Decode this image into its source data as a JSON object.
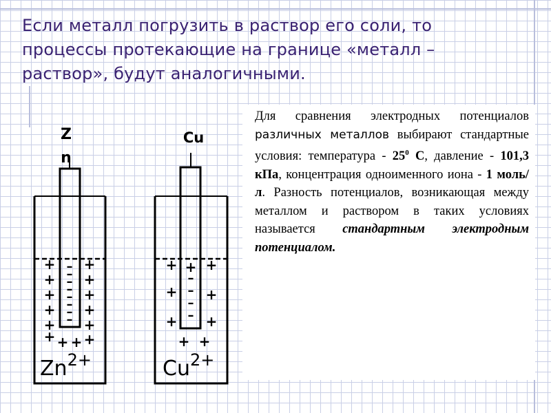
{
  "title": "Если металл погрузить в раствор его соли, то процессы протекающие на границе «металл – раствор», будут аналогичными.",
  "paragraph": {
    "p1": "Для сравнения электродных потенциалов ",
    "p2": "различных металлов",
    "p3": " выбирают стандартные условия: температура - ",
    "temp_num": "25",
    "temp_deg": "0",
    "temp_unit": " С",
    "p4": ", давление - ",
    "pressure": "101,3 кПа",
    "p5": ", концентрация одноименного иона - ",
    "conc": "1 моль/л",
    "p6": ". Разность потенциалов, возникающая между металлом и раствором в таких условиях называется ",
    "term": "стандартным электродным потенциалом."
  },
  "diagram": {
    "zn_label_1": "Z",
    "zn_label_2": "n",
    "cu_label": "Cu",
    "zn_ion_base": "Zn",
    "zn_ion_charge": "2+",
    "cu_ion_base": "Cu",
    "cu_ion_charge": "2+",
    "plus": "+",
    "minus": "–"
  }
}
